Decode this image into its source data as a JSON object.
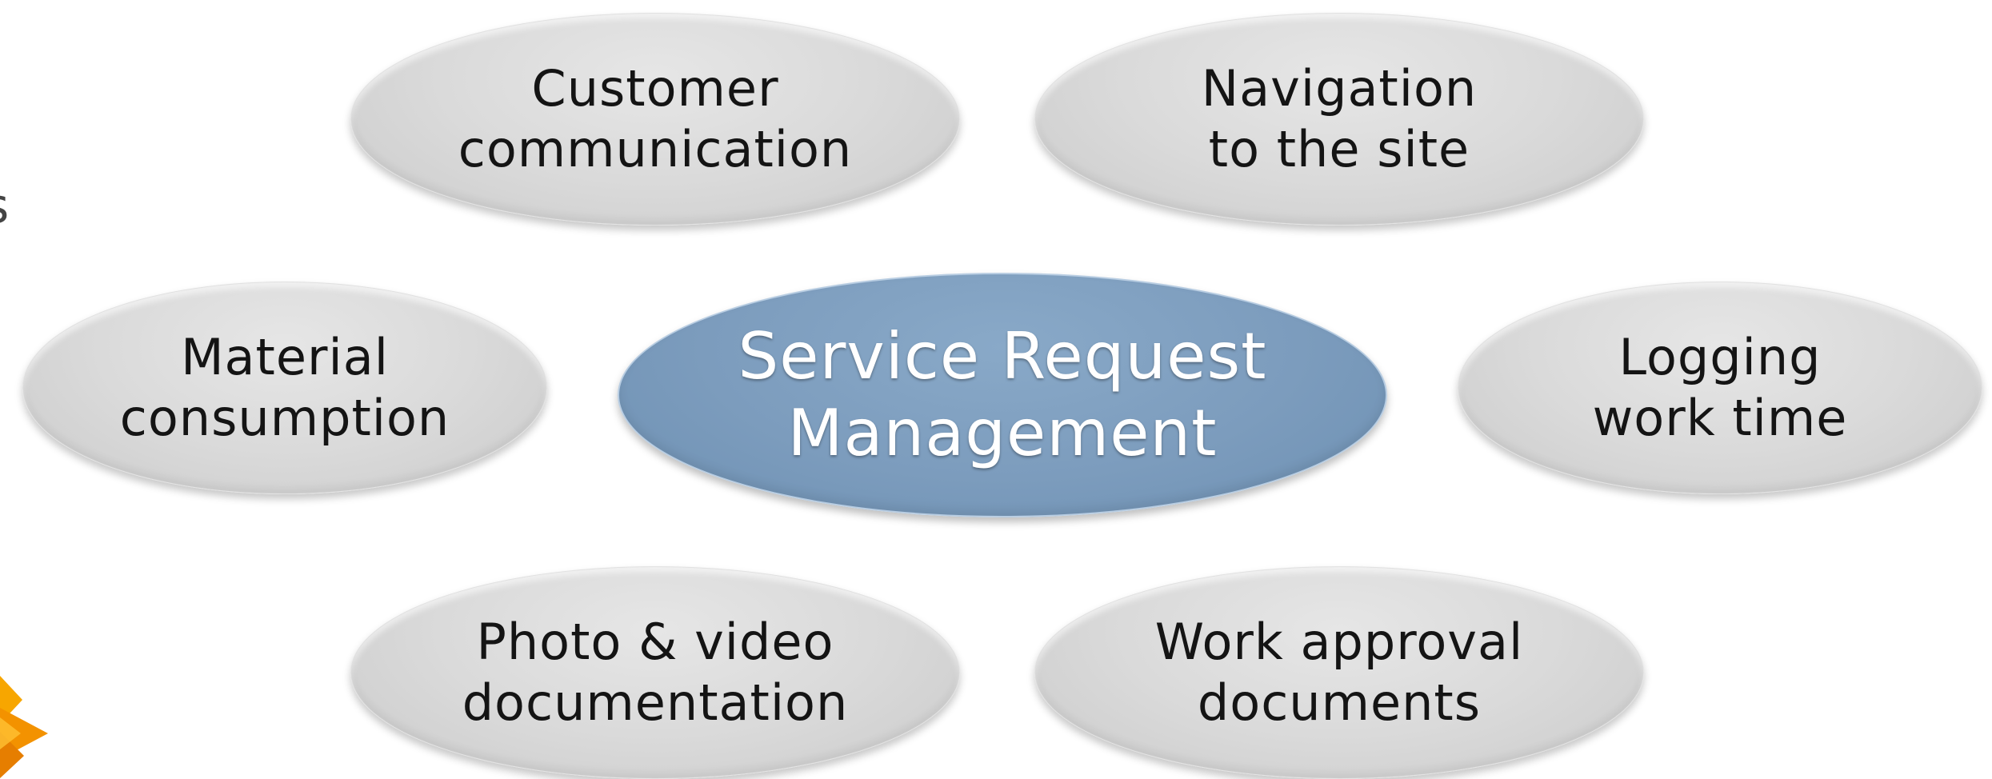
{
  "diagram": {
    "center": {
      "line1": "Service Request",
      "line2": "Management"
    },
    "nodes": [
      {
        "id": "customer",
        "line1": "Customer",
        "line2": "communication"
      },
      {
        "id": "navigation",
        "line1": "Navigation",
        "line2": "to the site"
      },
      {
        "id": "material",
        "line1": "Material",
        "line2": "consumption"
      },
      {
        "id": "logging",
        "line1": "Logging",
        "line2": "work time"
      },
      {
        "id": "photo",
        "line1": "Photo & video",
        "line2": "documentation"
      },
      {
        "id": "approval",
        "line1": "Work approval",
        "line2": "documents"
      }
    ]
  },
  "colors": {
    "node_fill": "#d9d9d9",
    "center_fill": "#7c9cbd",
    "logo_orange": "#f39200"
  },
  "edge_glyph": "s"
}
